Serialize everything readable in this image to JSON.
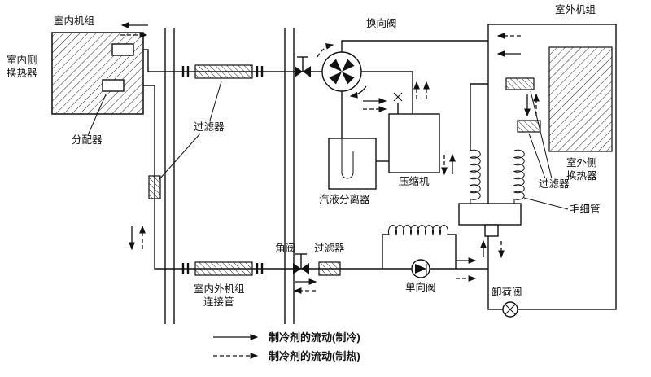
{
  "diagram": {
    "labels": {
      "indoor_unit": "室内机组",
      "indoor_hx_line1": "室内侧",
      "indoor_hx_line2": "换热器",
      "distributor": "分配器",
      "filter_left": "过滤器",
      "reversing_valve": "换向阀",
      "separator": "汽液分离器",
      "compressor": "压缩机",
      "outdoor_unit": "室外机组",
      "outdoor_hx_line1": "室外侧",
      "outdoor_hx_line2": "换热器",
      "filter_right": "过滤器",
      "capillary": "毛细管",
      "angle_valve": "角阀",
      "filter_bottom": "过滤器",
      "check_valve": "单向阀",
      "unload_valve": "卸荷阀",
      "connecting_pipe_line1": "室内外机组",
      "connecting_pipe_line2": "连接管"
    },
    "legend": {
      "cooling": "制冷剂的流动(制冷)",
      "heating": "制冷剂的流动(制热)"
    },
    "colors": {
      "line": "#111111",
      "background": "#ffffff"
    }
  }
}
